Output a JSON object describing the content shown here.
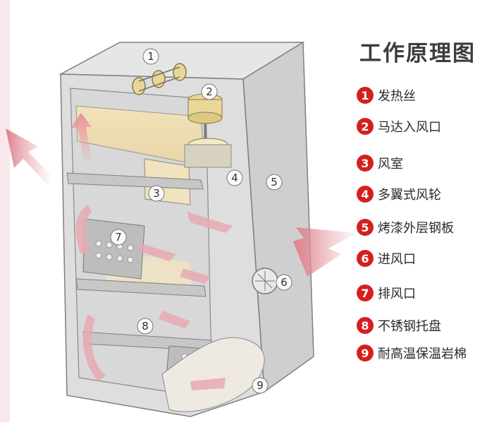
{
  "title": "工作原理图",
  "legend": [
    {
      "number": "1",
      "label": "发热丝"
    },
    {
      "number": "2",
      "label": "马达入风口"
    },
    {
      "number": "3",
      "label": "风室"
    },
    {
      "number": "4",
      "label": "多翼式风轮"
    },
    {
      "number": "5",
      "label": "烤漆外层钢板"
    },
    {
      "number": "6",
      "label": "进风口"
    },
    {
      "number": "7",
      "label": "排风口"
    },
    {
      "number": "8",
      "label": "不锈钢托盘"
    },
    {
      "number": "9",
      "label": "耐高温保温岩棉"
    }
  ],
  "markers": [
    "1",
    "2",
    "3",
    "4",
    "5",
    "6",
    "7",
    "8",
    "9"
  ],
  "colors": {
    "badge": "#d51f1f",
    "airflow": "#e7aab0",
    "cabinet": "#dcdcdc",
    "heater": "#e9d79a"
  }
}
